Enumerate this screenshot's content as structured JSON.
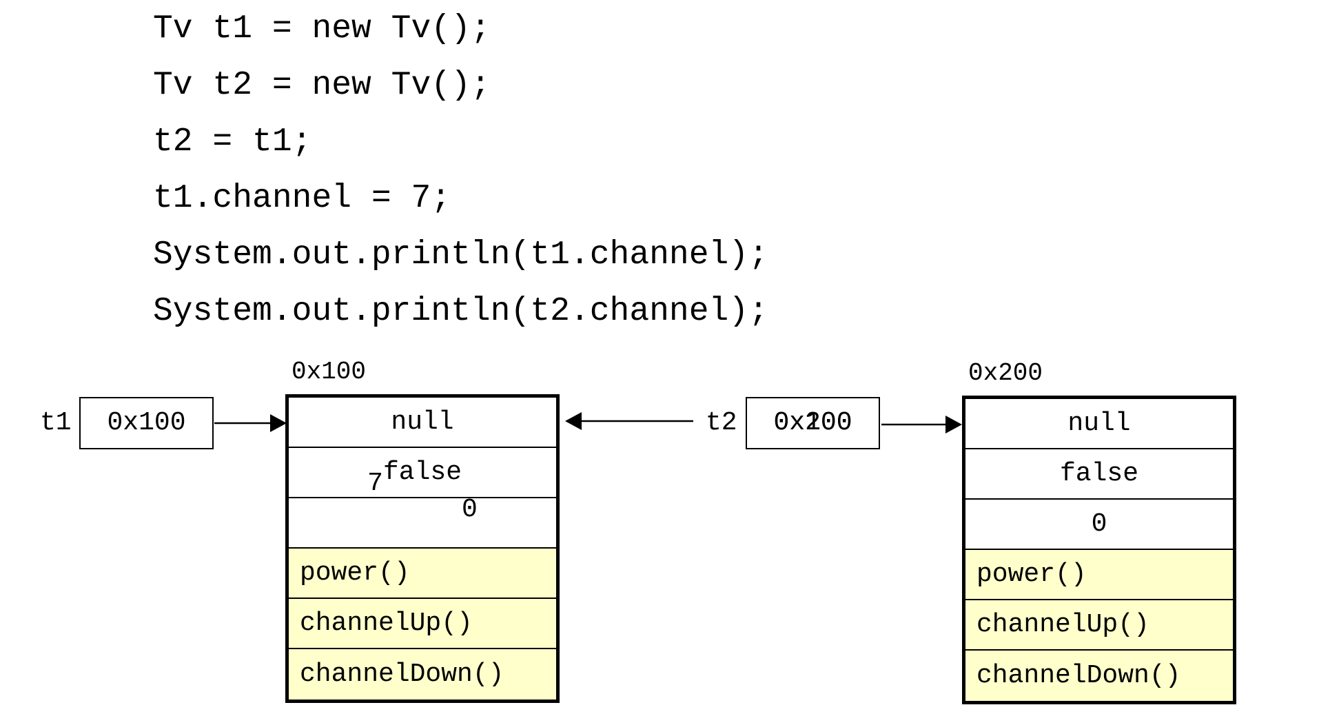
{
  "code": {
    "lines": [
      "Tv t1 = new Tv();",
      "Tv t2 = new Tv();",
      "t2 = t1;",
      "t1.channel = 7;",
      "System.out.println(t1.channel);",
      "System.out.println(t2.channel);"
    ]
  },
  "diagram": {
    "t1": {
      "name": "t1",
      "value": "0x100"
    },
    "t2": {
      "name": "t2",
      "value_old": "0x200",
      "value_new": "0x100"
    },
    "object1": {
      "address": "0x100",
      "fields": {
        "color": "null",
        "power": "false",
        "channel_old": "0",
        "channel_new": "7"
      },
      "methods": [
        "power()",
        "channelUp()",
        "channelDown()"
      ]
    },
    "object2": {
      "address": "0x200",
      "fields": {
        "color": "null",
        "power": "false",
        "channel": "0"
      },
      "methods": [
        "power()",
        "channelUp()",
        "channelDown()"
      ]
    }
  },
  "colors": {
    "method_fill": "#ffffcc",
    "line": "#000000",
    "background": "#ffffff"
  }
}
